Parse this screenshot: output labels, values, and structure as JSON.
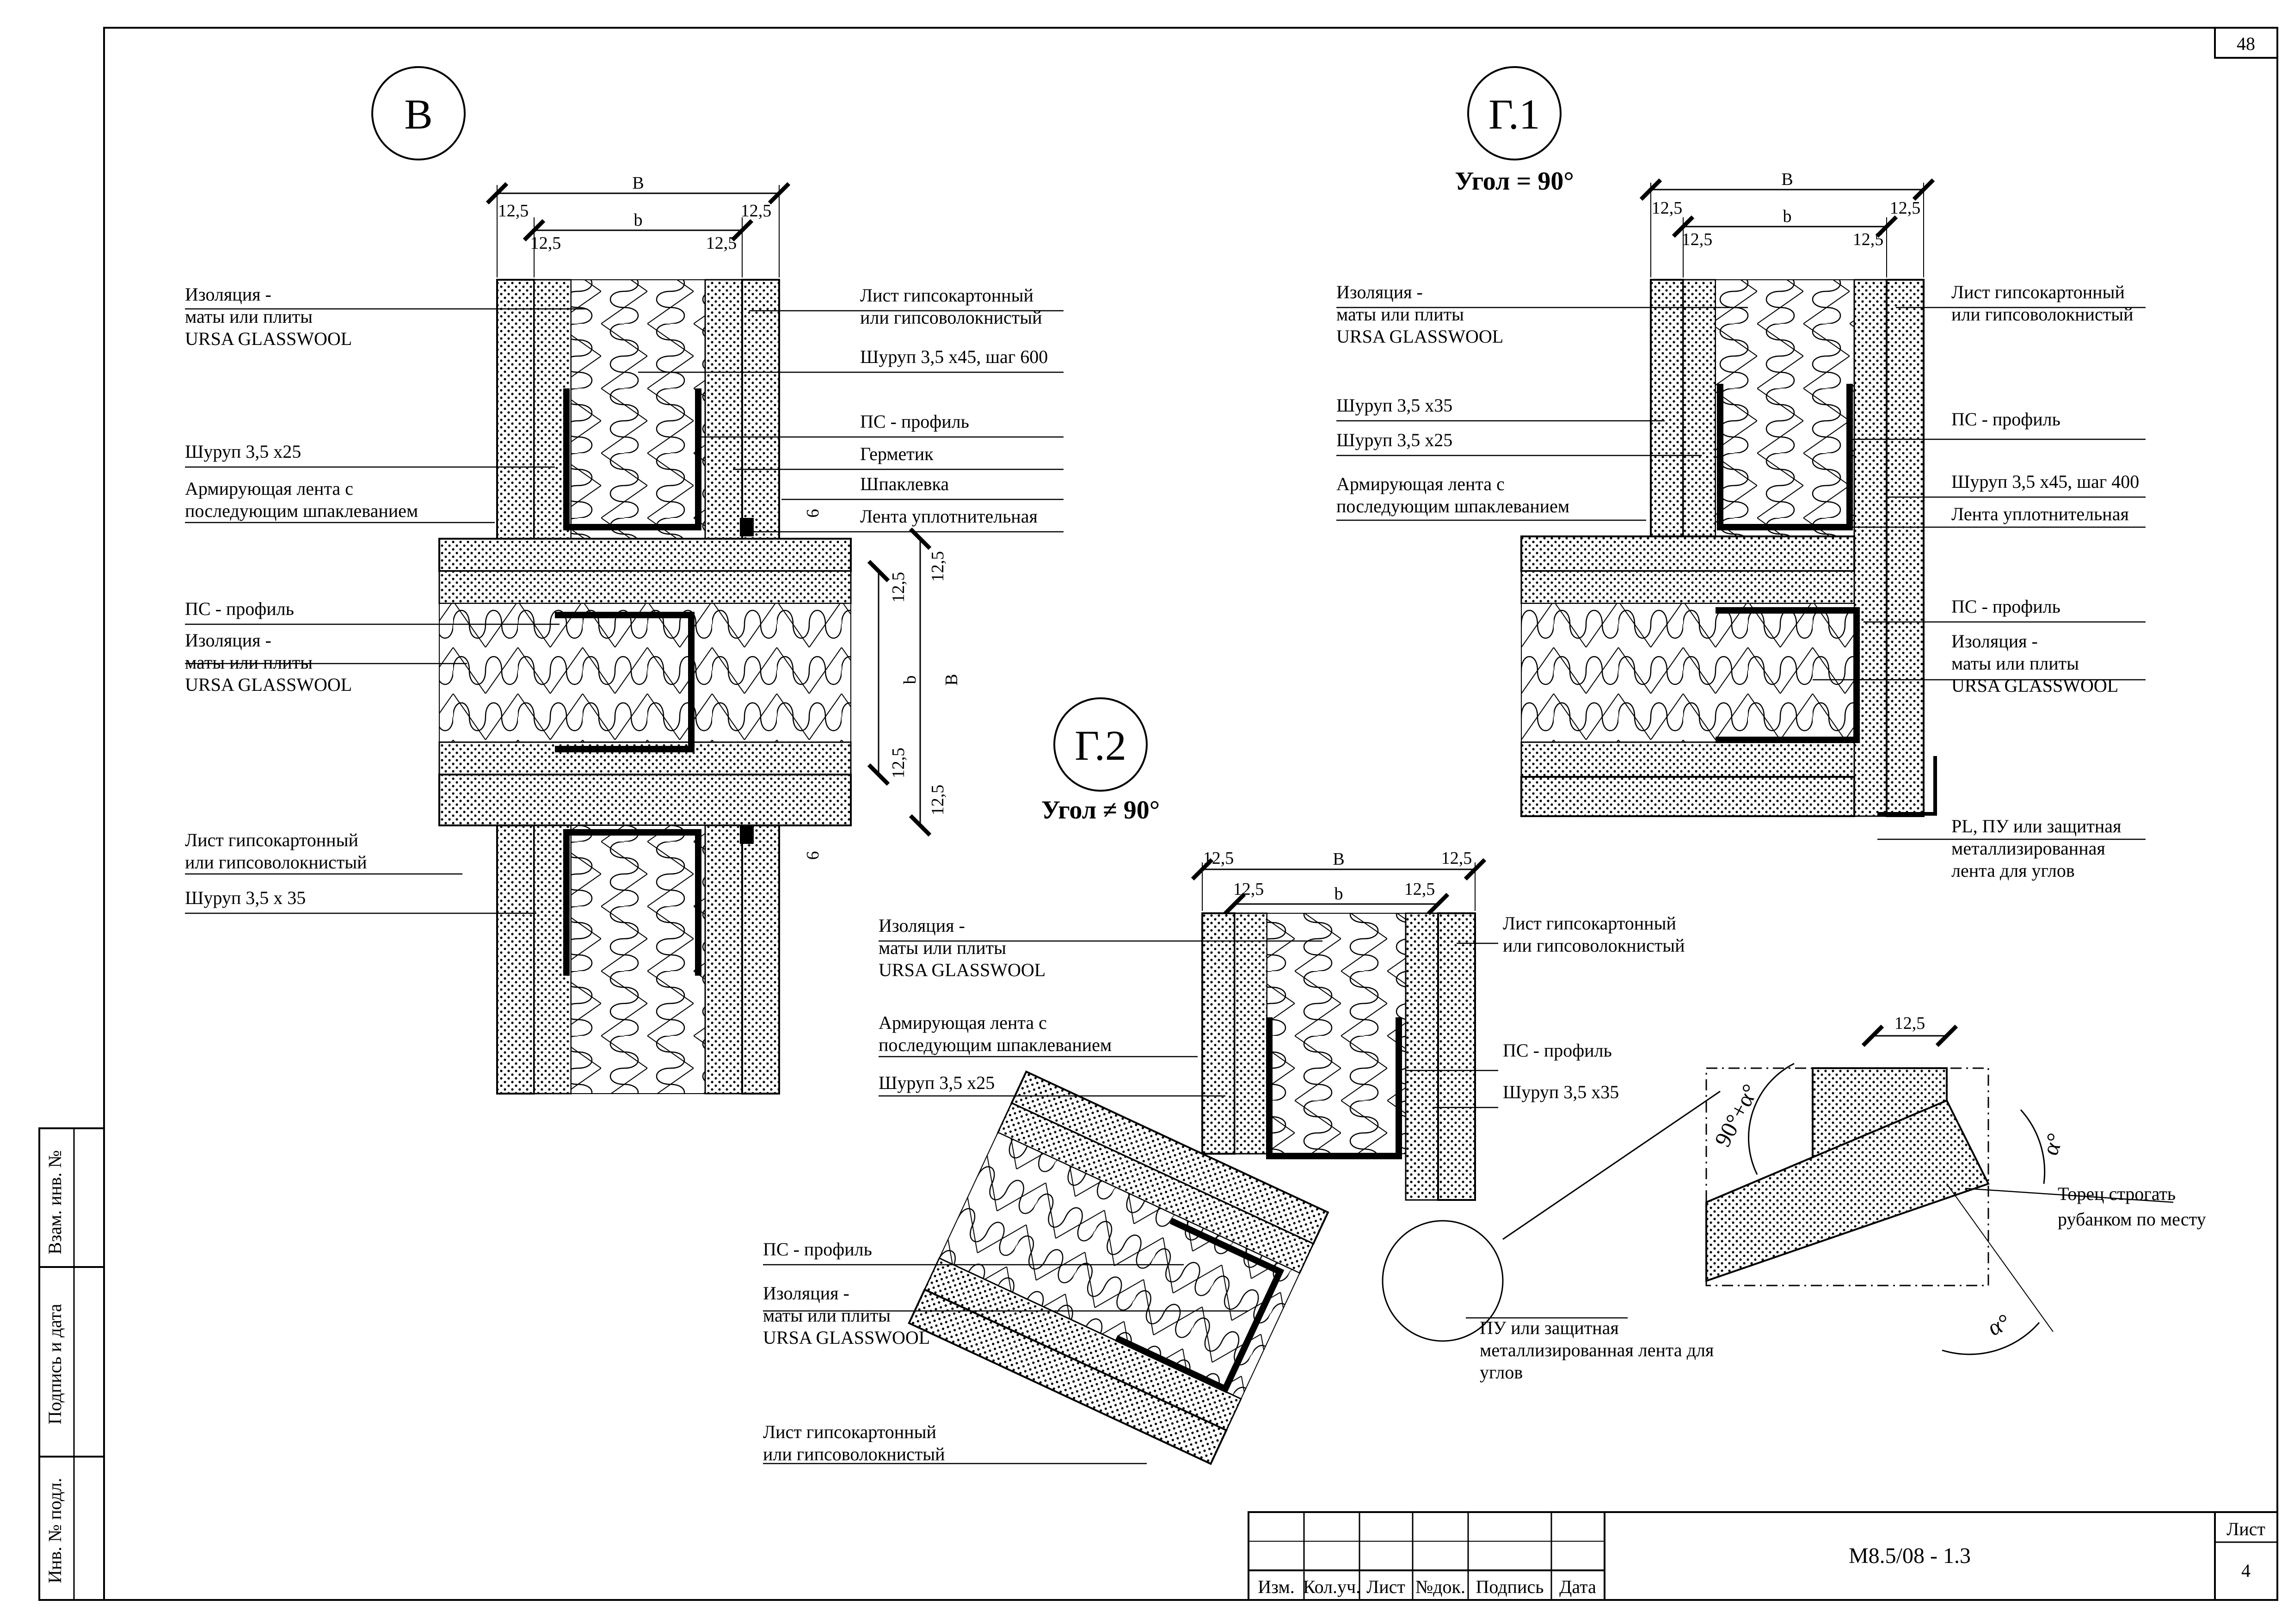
{
  "sheet": {
    "page_number": "48",
    "drawing_code": "М8.5/08 - 1.3",
    "sheet_label": "Лист",
    "sheet_number": "4"
  },
  "side_stamp": {
    "replace_inv": "Взам. инв. №",
    "sign_date": "Подпись и дата",
    "inv_orig": "Инв. № подл."
  },
  "title_block": {
    "columns": [
      "Изм.",
      "Кол.уч.",
      "Лист",
      "№док.",
      "Подпись",
      "Дата"
    ]
  },
  "detail_v": {
    "marker": "В",
    "dims": {
      "B": "B",
      "b": "b",
      "left_outer": "12,5",
      "left_inner": "12,5",
      "right_inner": "12,5",
      "right_outer": "12,5",
      "v_top_outer": "12,5",
      "v_top_inner": "12,5",
      "v_b": "b",
      "v_B": "B",
      "v_bot_inner": "12,5",
      "v_bot_outer": "12,5",
      "gap_top": "6",
      "gap_bot": "6"
    },
    "labels": {
      "insulation_top_1": "Изоляция -",
      "insulation_top_2": "маты или плиты",
      "insulation_top_3": "URSA GLASSWOOL",
      "screw_25": "Шуруп 3,5 х25",
      "tape_1": "Армирующая лента с",
      "tape_2": "последующим шпаклеванием",
      "profile_left": "ПС - профиль",
      "insulation_mid_1": "Изоляция -",
      "insulation_mid_2": "маты или плиты",
      "insulation_mid_3": "URSA GLASSWOOL",
      "board_1": "Лист гипсокартонный",
      "board_2": "или гипсоволокнистый",
      "screw_35": "Шуруп 3,5 х 35",
      "board_r1": "Лист гипсокартонный",
      "board_r2": "или гипсоволокнистый",
      "screw_45": "Шуруп 3,5 х45, шаг 600",
      "profile_right": "ПС - профиль",
      "sealant": "Герметик",
      "putty": "Шпаклевка",
      "seal_tape": "Лента уплотнительная"
    }
  },
  "detail_g1": {
    "marker": "Г.1",
    "angle": "Угол = 90°",
    "dims": {
      "B": "B",
      "b": "b",
      "left_outer": "12,5",
      "left_inner": "12,5",
      "right_inner": "12,5",
      "right_outer": "12,5"
    },
    "labels": {
      "insulation_1": "Изоляция -",
      "insulation_2": "маты или плиты",
      "insulation_3": "URSA GLASSWOOL",
      "screw_35": "Шуруп 3,5 х35",
      "screw_25": "Шуруп 3,5 х25",
      "tape_1": "Армирующая лента с",
      "tape_2": "последующим шпаклеванием",
      "board_1": "Лист гипсокартонный",
      "board_2": "или гипсоволокнистый",
      "profile_1": "ПС - профиль",
      "screw_45": "Шуруп 3,5 х45, шаг 400",
      "seal_tape": "Лента уплотнительная",
      "profile_2": "ПС - профиль",
      "insulation_r1": "Изоляция -",
      "insulation_r2": "маты или плиты",
      "insulation_r3": "URSA GLASSWOOL",
      "corner_1": "PL, ПУ или защитная",
      "corner_2": "металлизированная",
      "corner_3": "лента для углов"
    }
  },
  "detail_g2": {
    "marker": "Г.2",
    "angle": "Угол ≠ 90°",
    "dims": {
      "B": "B",
      "b": "b",
      "left_outer": "12,5",
      "left_inner": "12,5",
      "right_inner": "12,5",
      "right_outer": "12,5"
    },
    "labels": {
      "insulation_1": "Изоляция -",
      "insulation_2": "маты или плиты",
      "insulation_3": "URSA GLASSWOOL",
      "tape_1": "Армирующая лента с",
      "tape_2": "последующим шпаклеванием",
      "screw_25": "Шуруп 3,5 х25",
      "board_1": "Лист гипсокартонный",
      "board_2": "или гипсоволокнистый",
      "profile_r": "ПС - профиль",
      "screw_35": "Шуруп 3,5 х35",
      "profile_l": "ПС - профиль",
      "insulation_b1": "Изоляция -",
      "insulation_b2": "маты или плиты",
      "insulation_b3": "URSA GLASSWOOL",
      "board_b1": "Лист гипсокартонный",
      "board_b2": "или гипсоволокнистый",
      "corner_1": "ПУ или защитная",
      "corner_2": "металлизированная лента для",
      "corner_3": "углов"
    }
  },
  "detail_end": {
    "dim": "12,5",
    "angle_sum": "90°+α°",
    "alpha_top": "α°",
    "alpha_bot": "α°",
    "note_1": "Торец строгать",
    "note_2": "рубанком по месту"
  }
}
